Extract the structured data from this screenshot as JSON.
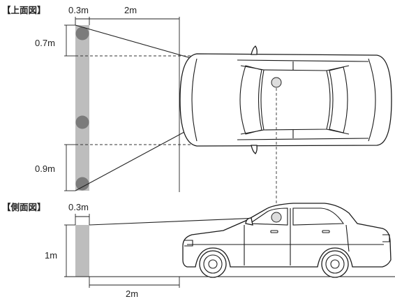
{
  "top_view": {
    "title": "【上面図】",
    "width_label": "0.3m",
    "distance_label": "2m",
    "upper_offset_label": "0.7m",
    "lower_offset_label": "0.9m"
  },
  "side_view": {
    "title": "【側面図】",
    "width_label": "0.3m",
    "height_label": "1m",
    "distance_label": "2m"
  },
  "colors": {
    "strip": "#bdbdbd",
    "dot": "#7b7b7b",
    "eye": "#dddddd"
  }
}
